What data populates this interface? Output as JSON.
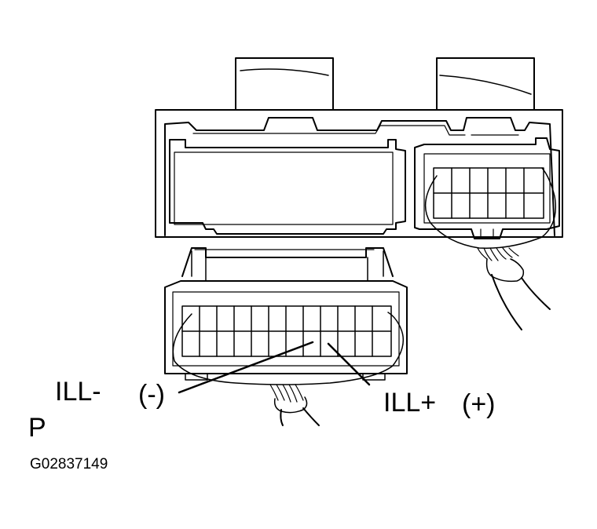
{
  "labels": {
    "ill_minus": "ILL-",
    "ill_minus_sign": "(-)",
    "ill_plus": "ILL+",
    "ill_plus_sign": "(+)",
    "p": "P",
    "figure_code": "G02837149"
  }
}
